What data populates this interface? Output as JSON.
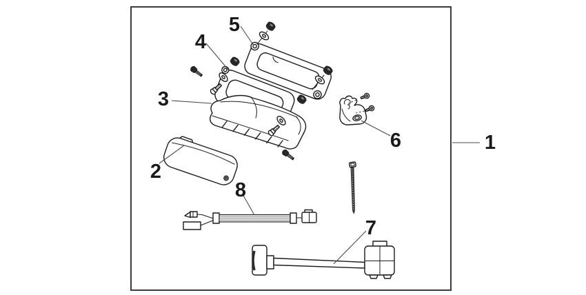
{
  "colors": {
    "background": "#ffffff",
    "line": "#1a1a1a",
    "frame": "#3b3b3b",
    "hardware": "#2b2b2b",
    "leader": "#4a4a4a",
    "sleeve": "#e0e0e0"
  },
  "callouts": [
    {
      "label": "1"
    },
    {
      "label": "2"
    },
    {
      "label": "3"
    },
    {
      "label": "4"
    },
    {
      "label": "5"
    },
    {
      "label": "6"
    },
    {
      "label": "7"
    },
    {
      "label": "8"
    }
  ]
}
